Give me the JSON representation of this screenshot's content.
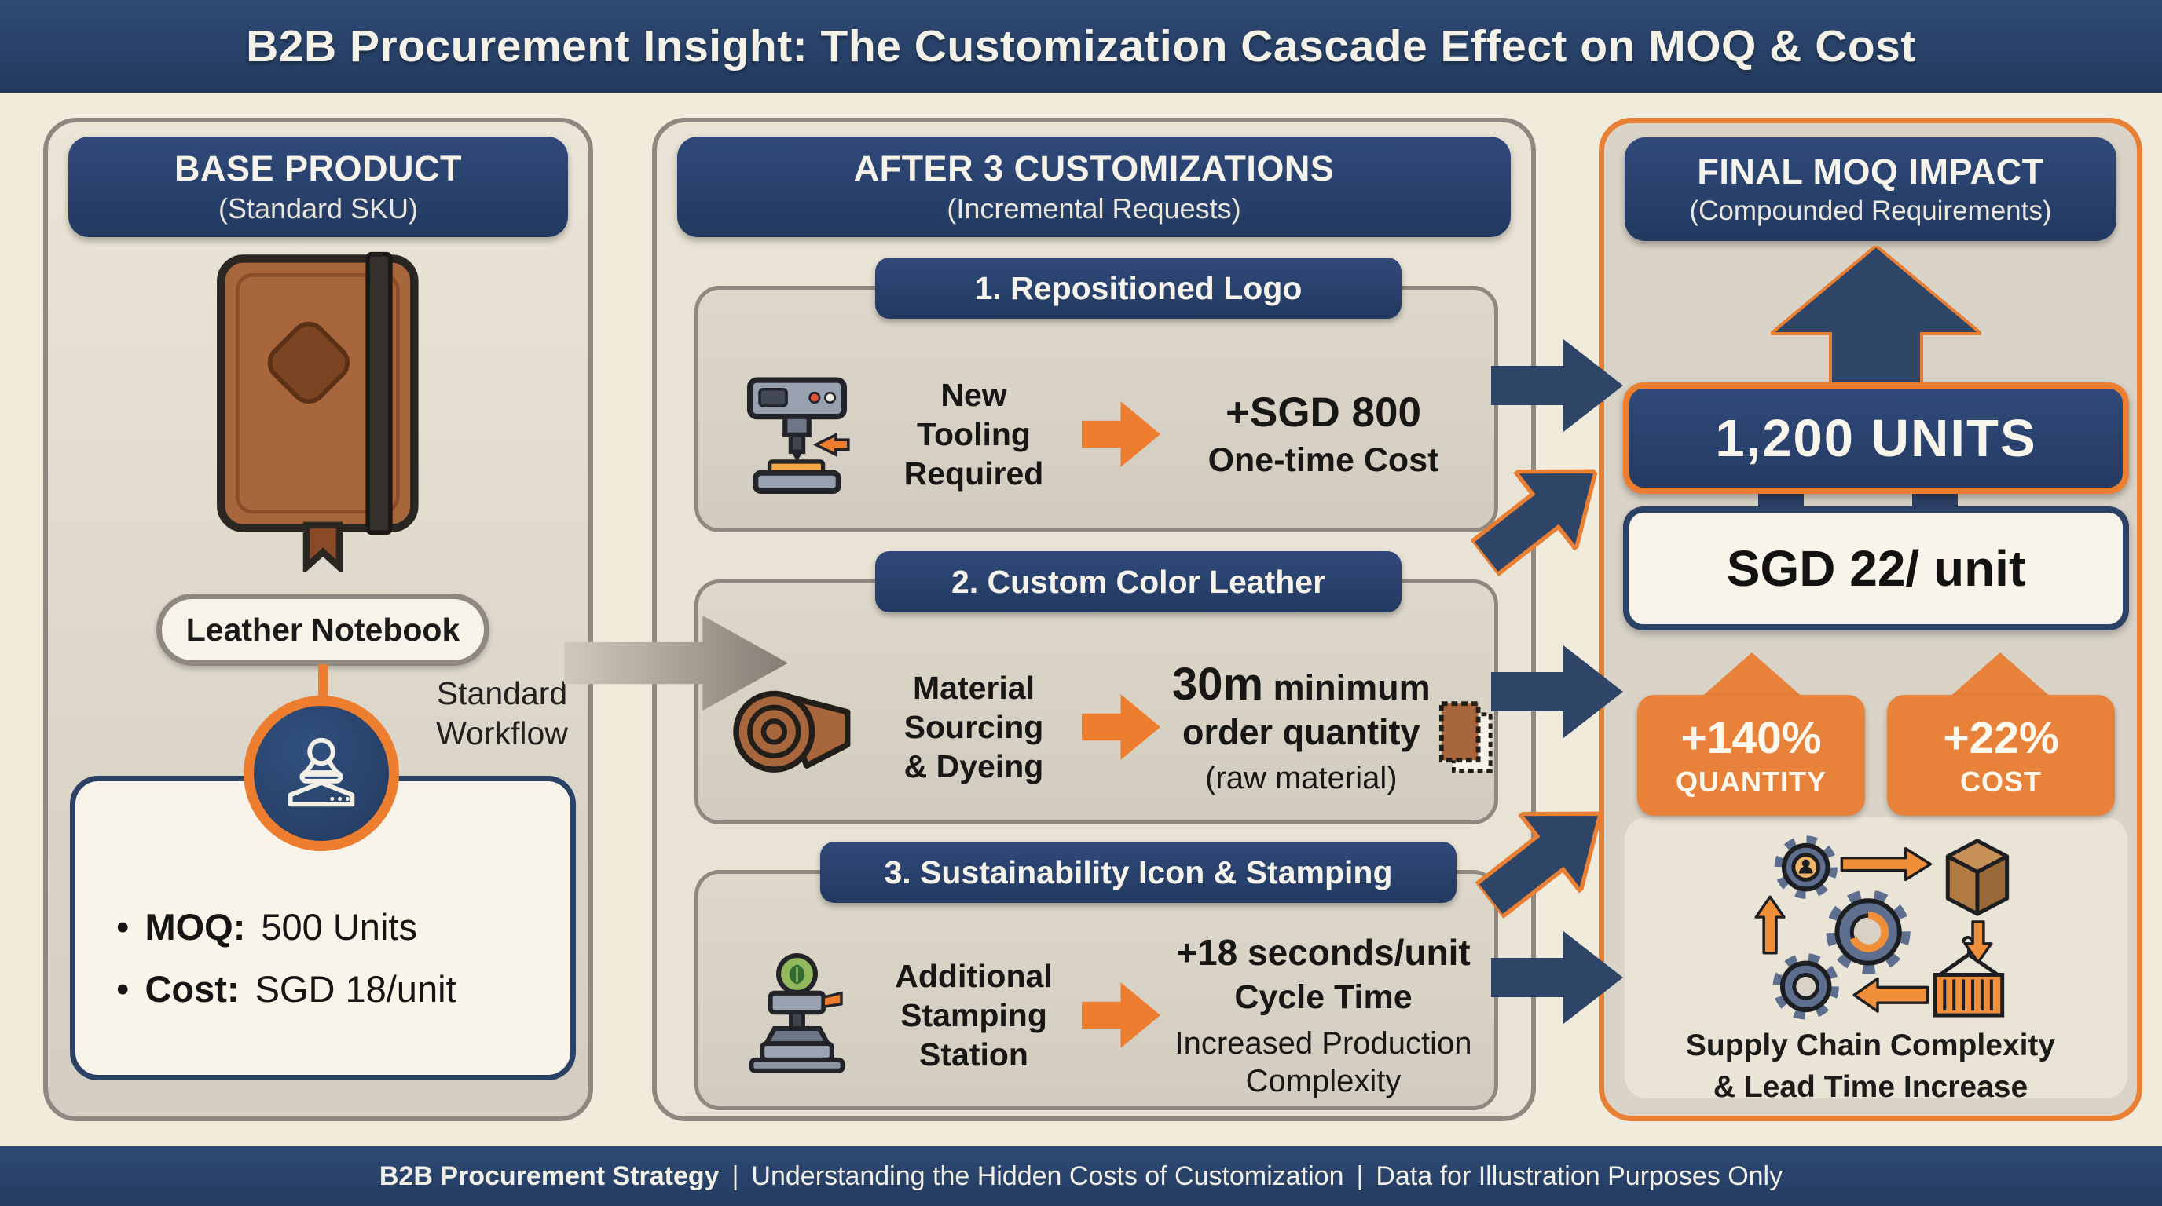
{
  "colors": {
    "navy": "#2c4166",
    "orange": "#ee7e2f"
  },
  "banner": {
    "title": "B2B Procurement Insight: The Customization Cascade Effect on MOQ & Cost"
  },
  "left": {
    "title": "BASE PRODUCT",
    "subtitle": "(Standard SKU)",
    "product_label": "Leather Notebook",
    "workflow_line1": "Standard",
    "workflow_line2": "Workflow",
    "bullet": "•",
    "moq_label": "MOQ:",
    "moq_value": "500 Units",
    "cost_label": "Cost:",
    "cost_value": "SGD 18/unit"
  },
  "middle": {
    "title": "AFTER 3 CUSTOMIZATIONS",
    "subtitle": "(Incremental Requests)",
    "cards": [
      {
        "title": "1. Repositioned Logo",
        "cause": [
          "New",
          "Tooling",
          "Required"
        ],
        "effect_main": "+SGD 800",
        "effect_sub": "One-time Cost"
      },
      {
        "title": "2. Custom Color Leather",
        "cause": [
          "Material",
          "Sourcing",
          "& Dyeing"
        ],
        "effect_big": "30m",
        "effect_big_rest": " minimum",
        "effect_line2": "order quantity",
        "effect_note": "(raw material)"
      },
      {
        "title": "3. Sustainability Icon & Stamping",
        "cause": [
          "Additional",
          "Stamping",
          "Station"
        ],
        "effect_main": "+18 seconds/unit",
        "effect_sub": "Cycle Time",
        "effect_note_line1": "Increased Production",
        "effect_note_line2": "Complexity"
      }
    ]
  },
  "right": {
    "title": "FINAL MOQ IMPACT",
    "subtitle": "(Compounded Requirements)",
    "units": "1,200 UNITS",
    "unit_cost": "SGD 22/ unit",
    "stats": [
      {
        "value": "+140%",
        "label": "QUANTITY"
      },
      {
        "value": "+22%",
        "label": "COST"
      }
    ],
    "note_line1": "Supply Chain Complexity",
    "note_line2": "& Lead Time Increase"
  },
  "footer": {
    "bold": "B2B Procurement Strategy",
    "sep1": "|",
    "mid": "Understanding the Hidden Costs of Customization",
    "sep2": "|",
    "end": "Data for Illustration Purposes Only"
  }
}
